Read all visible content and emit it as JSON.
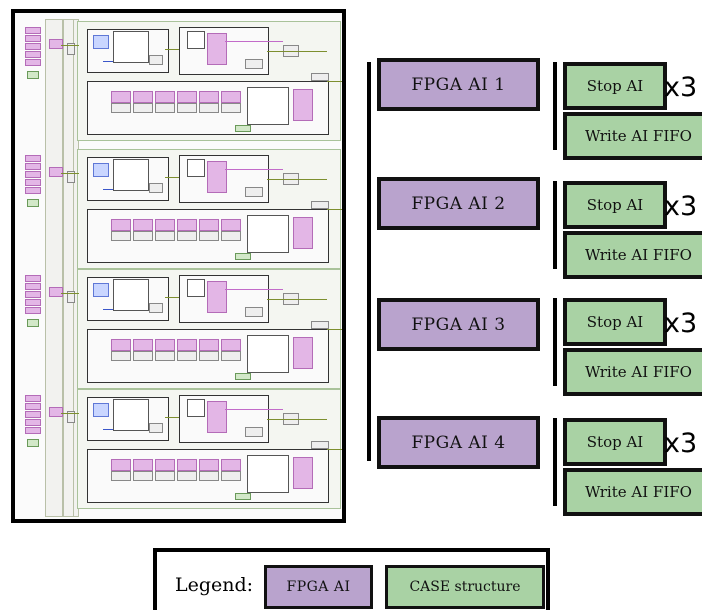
{
  "fpga_label": "FPGA AI",
  "case_label": "CASE structure",
  "groups": [
    {
      "fpga": "FPGA AI 1",
      "stop": "Stop AI",
      "write": "Write AI FIFO",
      "multiplier": "x3"
    },
    {
      "fpga": "FPGA AI 2",
      "stop": "Stop AI",
      "write": "Write AI FIFO",
      "multiplier": "x3"
    },
    {
      "fpga": "FPGA AI 3",
      "stop": "Stop AI",
      "write": "Write AI FIFO",
      "multiplier": "x3"
    },
    {
      "fpga": "FPGA AI 4",
      "stop": "Stop AI",
      "write": "Write AI FIFO",
      "multiplier": "x3"
    }
  ],
  "legend": {
    "title": "Legend:",
    "fpga_item": "FPGA AI",
    "case_item": "CASE structure"
  },
  "colors": {
    "fpga_fill": "#b9a3cd",
    "case_fill": "#a9d2a4",
    "border": "#111111"
  }
}
